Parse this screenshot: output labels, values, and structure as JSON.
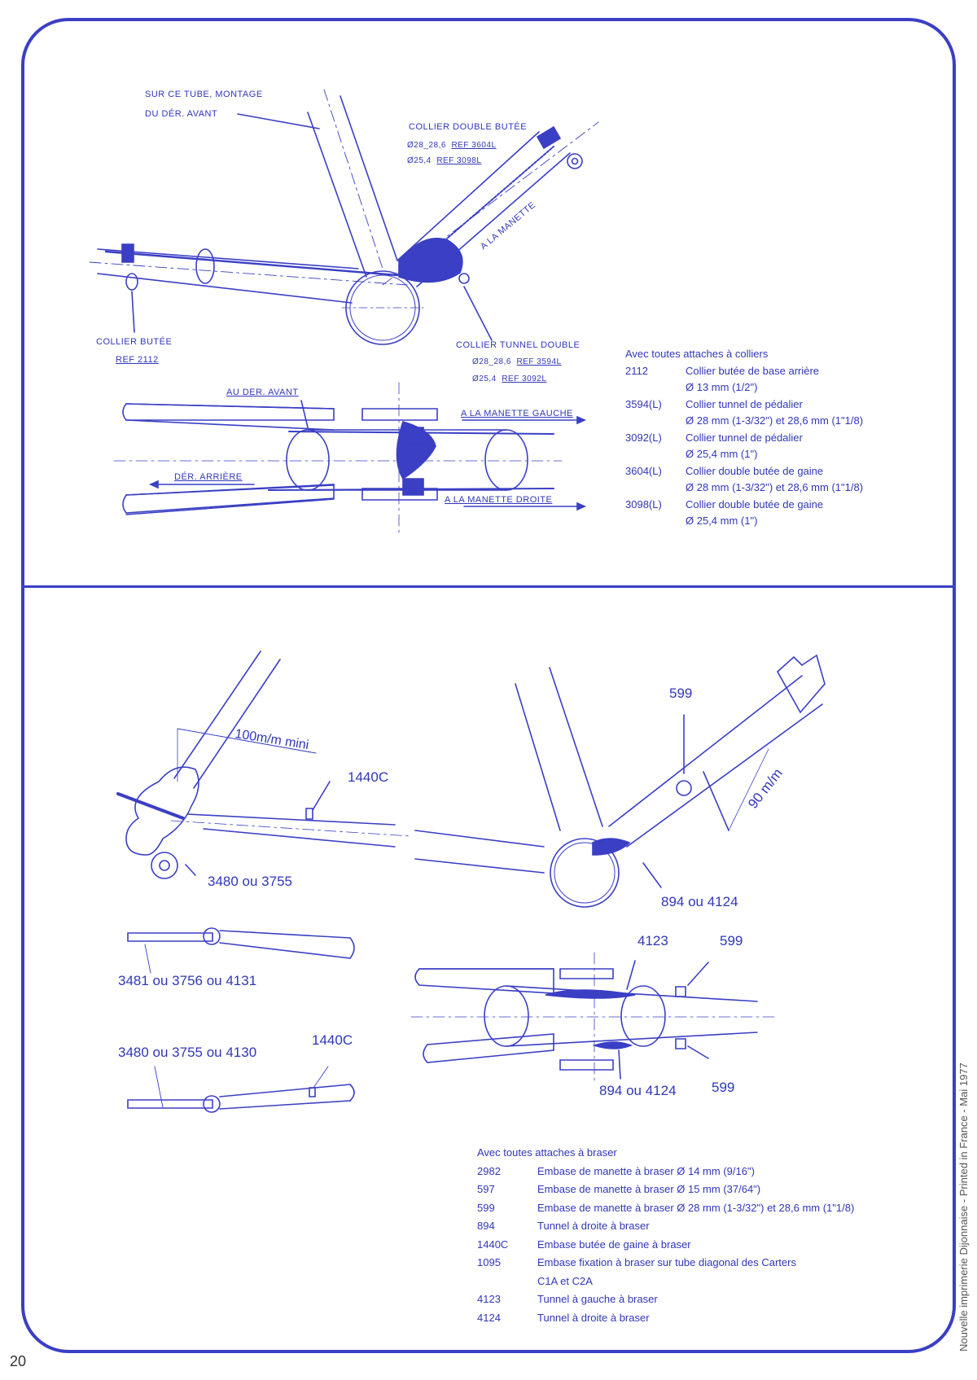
{
  "page_number": "20",
  "side_note": "Nouvelle imprimerie Dijonnaise - Printed in France - Mai 1977",
  "colors": {
    "ink": "#3037b8",
    "frame": "#3a3fc4"
  },
  "top": {
    "labels": {
      "tube_line1": "SUR CE TUBE, MONTAGE",
      "tube_line2": "DU DÉR. AVANT",
      "double_title": "COLLIER DOUBLE BUTÉE",
      "double_a": "Ø28_28,6",
      "double_a_ref": "REF 3604L",
      "double_b": "Ø25,4",
      "double_b_ref": "REF 3098L",
      "manette": "A LA MANETTE",
      "butee_title": "COLLIER BUTÉE",
      "butee_ref": "REF 2112",
      "tunnel_title": "COLLIER TUNNEL DOUBLE",
      "tunnel_a": "Ø28_28,6",
      "tunnel_a_ref": "REF 3594L",
      "tunnel_b": "Ø25,4",
      "tunnel_b_ref": "REF 3092L",
      "au_der": "AU DER. AVANT",
      "gauche": "A LA MANETTE GAUCHE",
      "der_arr": "DÉR. ARRIÈRE",
      "droite": "A LA MANETTE DROITE"
    },
    "legend_title": "Avec toutes attaches à colliers",
    "legend": [
      {
        "code": "2112",
        "desc": "Collier butée de base arrière"
      },
      {
        "code": "",
        "desc": "Ø  13 mm (1/2\")"
      },
      {
        "code": "3594(L)",
        "desc": "Collier tunnel de pédalier"
      },
      {
        "code": "",
        "desc": "Ø  28 mm (1-3/32\") et 28,6 mm (1\"1/8)"
      },
      {
        "code": "3092(L)",
        "desc": "Collier tunnel de pédalier"
      },
      {
        "code": "",
        "desc": "Ø  25,4 mm (1\")"
      },
      {
        "code": "3604(L)",
        "desc": "Collier double butée de gaine"
      },
      {
        "code": "",
        "desc": "Ø  28 mm (1-3/32\") et 28,6 mm (1\"1/8)"
      },
      {
        "code": "3098(L)",
        "desc": "Collier double butée de gaine"
      },
      {
        "code": "",
        "desc": "Ø  25,4 mm (1\")"
      }
    ]
  },
  "bottom": {
    "labels": {
      "mini": "100m/m mini",
      "l1440c_a": "1440C",
      "l3480_a": "3480 ou 3755",
      "l599_a": "599",
      "l90": "90 m/m",
      "l894_a": "894 ou 4124",
      "l3481": "3481 ou 3756 ou 4131",
      "l3480_b": "3480 ou 3755 ou 4130",
      "l1440c_b": "1440C",
      "l4123": "4123",
      "l599_b": "599",
      "l894_b": "894 ou 4124",
      "l599_c": "599"
    },
    "legend_title": "Avec toutes attaches à braser",
    "legend": [
      {
        "code": "2982",
        "desc": "Embase de manette à braser Ø 14 mm (9/16\")"
      },
      {
        "code": "597",
        "desc": "Embase de manette à braser Ø 15 mm (37/64\")"
      },
      {
        "code": "599",
        "desc": "Embase de manette à braser Ø 28 mm (1-3/32\") et 28,6 mm (1\"1/8)"
      },
      {
        "code": "894",
        "desc": "Tunnel à droite à braser"
      },
      {
        "code": "1440C",
        "desc": "Embase butée de gaine à braser"
      },
      {
        "code": "1095",
        "desc": "Embase fixation à braser sur tube diagonal des Carters"
      },
      {
        "code": "",
        "desc": "C1A et C2A"
      },
      {
        "code": "4123",
        "desc": "Tunnel à gauche à braser"
      },
      {
        "code": "4124",
        "desc": "Tunnel à droite à braser"
      }
    ]
  }
}
